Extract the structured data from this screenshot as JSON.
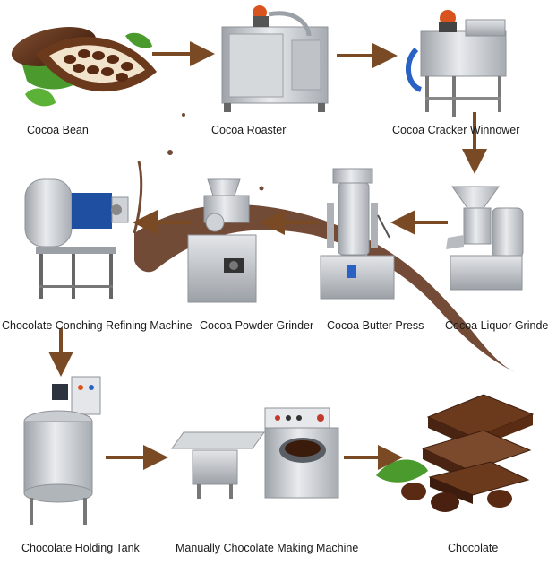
{
  "diagram": {
    "steps": [
      {
        "id": "bean",
        "label": "Cocoa Bean"
      },
      {
        "id": "roaster",
        "label": "Cocoa Roaster"
      },
      {
        "id": "cracker",
        "label": "Cocoa Cracker Winnower"
      },
      {
        "id": "liquor",
        "label": "Cocoa Liquor Grinder"
      },
      {
        "id": "press",
        "label": "Cocoa Butter Press"
      },
      {
        "id": "powder",
        "label": "Cocoa Powder Grinder"
      },
      {
        "id": "conching",
        "label": "Chocolate Conching Refining Machine"
      },
      {
        "id": "holding",
        "label": "Chocolate Holding Tank"
      },
      {
        "id": "manual",
        "label": "Manually Chocolate Making Machine"
      },
      {
        "id": "chocolate",
        "label": "Chocolate"
      }
    ],
    "flow": [
      [
        "bean",
        "roaster"
      ],
      [
        "roaster",
        "cracker"
      ],
      [
        "cracker",
        "liquor"
      ],
      [
        "liquor",
        "press"
      ],
      [
        "press",
        "powder"
      ],
      [
        "powder",
        "conching"
      ],
      [
        "conching",
        "holding"
      ],
      [
        "holding",
        "manual"
      ],
      [
        "manual",
        "chocolate"
      ]
    ],
    "colors": {
      "arrow": "#7a4a24",
      "steel": "#c9ccd0",
      "steel_dark": "#8e9399",
      "chocolate": "#4a2412",
      "chocolate_light": "#7b4a2c",
      "motor_blue": "#1f4fa0",
      "motor_orange": "#d9531e",
      "leaf_green": "#4a9a2e"
    }
  }
}
